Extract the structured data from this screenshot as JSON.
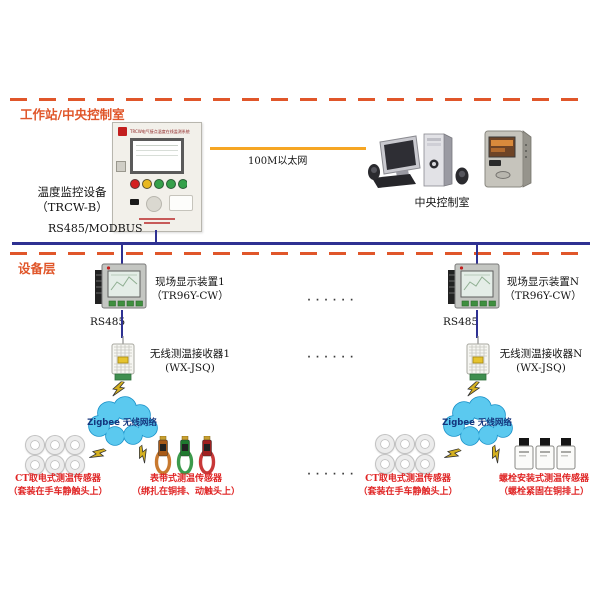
{
  "colors": {
    "accent_orange": "#E0562A",
    "bus_blue": "#2E3192",
    "ethernet_yellow": "#F6A623",
    "sensor_label_red": "#E02525",
    "cloud_blue": "#5BC9EF",
    "zigbee_text_blue": "#14357D"
  },
  "workstation_layer": {
    "title": "工作站/中央控制室"
  },
  "device_layer": {
    "title": "设备层"
  },
  "monitor_panel": {
    "header": "TRCW电气接点温度在线监测系统",
    "label1": "温度监控设备",
    "label2": "（TRCW-B）"
  },
  "ethernet_label": "100M以太网",
  "control_room_label": "中央控制室",
  "modbus_label": "RS485/MODBUS",
  "ellipsis": "······",
  "branches": {
    "left": {
      "display_name": "现场显示装置1",
      "display_model": "（TR96Y-CW）",
      "rs485_label": "RS485",
      "receiver_name": "无线测温接收器1",
      "receiver_model": "(WX-JSQ)",
      "zigbee_label": "Zigbee 无线网络",
      "ct_sensor_name": "CT取电式测温传感器",
      "ct_sensor_note": "（套装在手车静触头上）",
      "second_sensor_name": "表带式测温传感器",
      "second_sensor_note": "（绑扎在铜排、动触头上）"
    },
    "right": {
      "display_name": "现场显示装置N",
      "display_model": "（TR96Y-CW）",
      "rs485_label": "RS485",
      "receiver_name": "无线测温接收器N",
      "receiver_model": "(WX-JSQ)",
      "zigbee_label": "Zigbee 无线网络",
      "ct_sensor_name": "CT取电式测温传感器",
      "ct_sensor_note": "（套装在手车静触头上）",
      "second_sensor_name": "螺栓安装式测温传感器",
      "second_sensor_note": "（螺栓紧固在铜排上）"
    }
  }
}
